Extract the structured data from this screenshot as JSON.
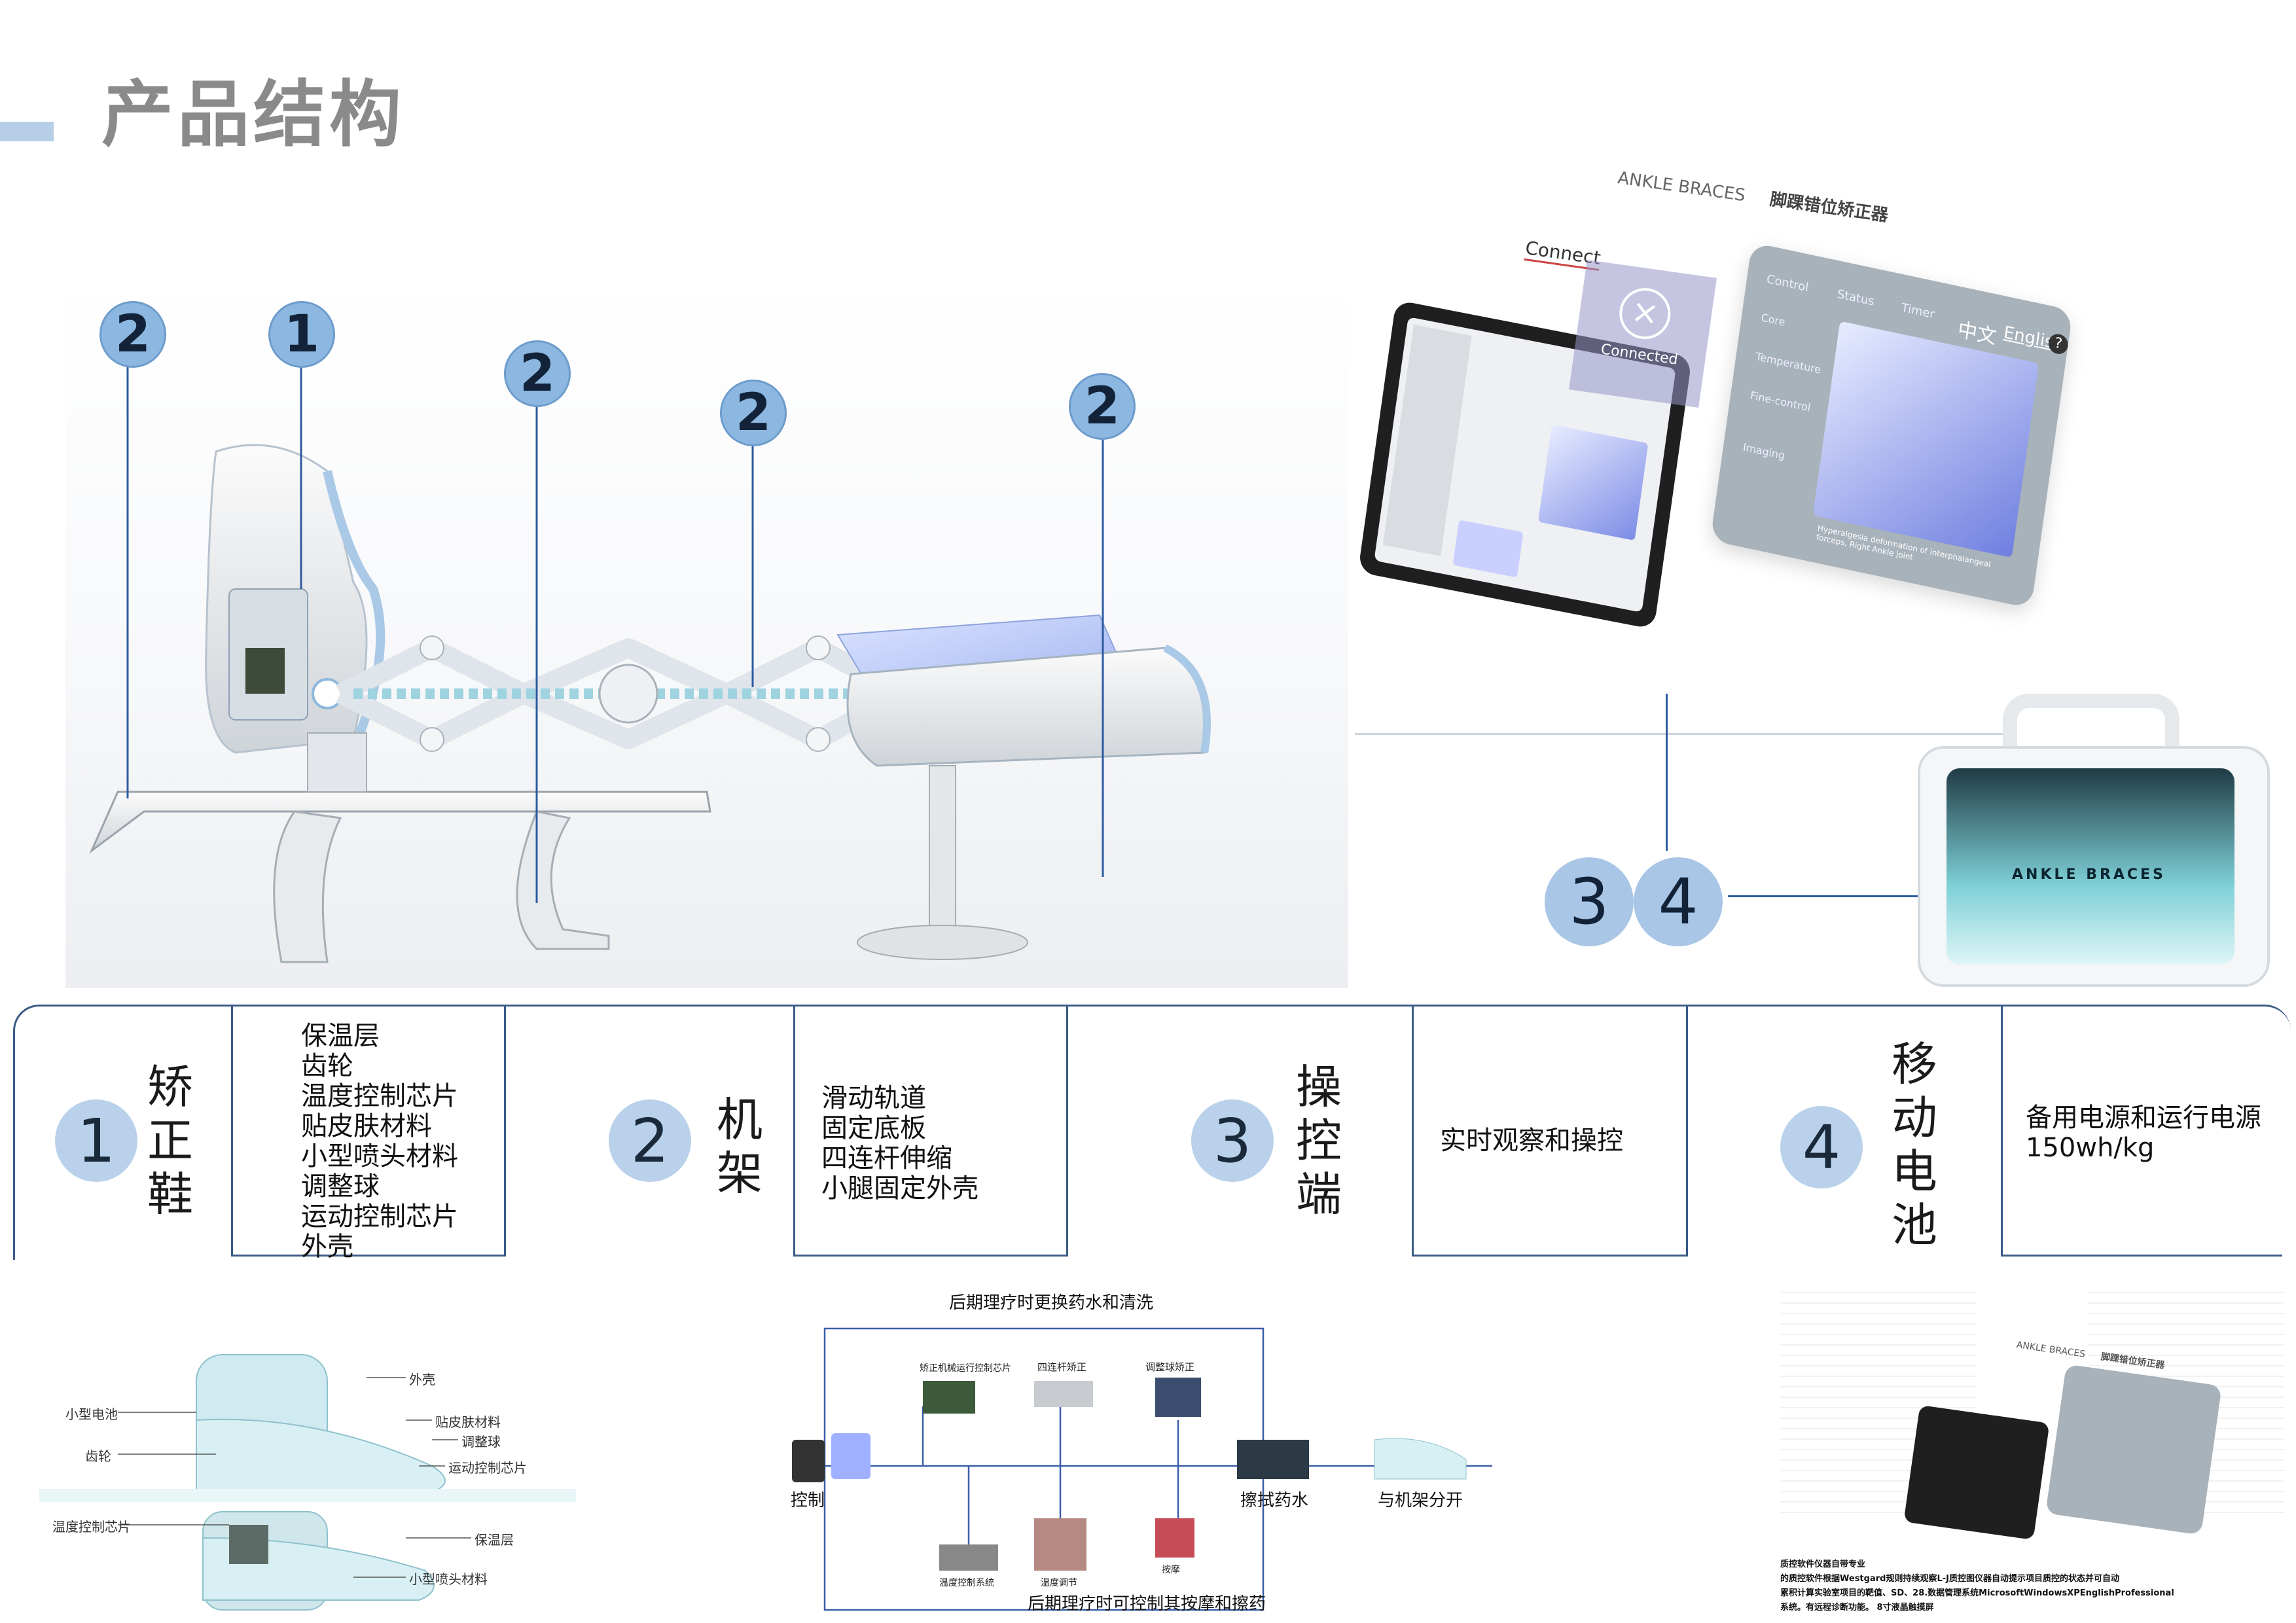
{
  "title": "产品结构",
  "callouts": [
    "2",
    "1",
    "2",
    "2",
    "2"
  ],
  "tablet_ui": {
    "brand": "ANKLE BRACES",
    "product_cn": "脚踝错位矫正器",
    "connect": "Connect",
    "connected": "Connected",
    "lang_cn": "中文",
    "lang_en": "English",
    "help": "?",
    "menu": [
      "Control",
      "Status",
      "Timer",
      "Core",
      "Temperature",
      "Fine-control",
      "Imaging"
    ],
    "caption": "Hyperalgesia deformation of interphalangeal forceps, Right Ankle joint"
  },
  "case_label": "ANKLE BRACES",
  "callout_34": [
    "3",
    "4"
  ],
  "sections": [
    {
      "num": "1",
      "title": "矫正鞋",
      "items": "保温层\n齿轮\n温度控制芯片\n贴皮肤材料\n小型喷头材料\n调整球\n运动控制芯片\n外壳"
    },
    {
      "num": "2",
      "title": "机架",
      "items": "滑动轨道\n固定底板\n四连杆伸缩\n小腿固定外壳"
    },
    {
      "num": "3",
      "title": "操控端",
      "items": "实时观察和操控"
    },
    {
      "num": "4",
      "title": "移动电池",
      "items": "备用电源和运行电源\n150wh/kg"
    }
  ],
  "shoe_diagram": {
    "labels_right": [
      "外壳",
      "贴皮肤材料",
      "调整球",
      "运动控制芯片",
      "保温层",
      "小型喷头材料"
    ],
    "labels_left": [
      "小型电池",
      "齿轮",
      "温度控制芯片"
    ]
  },
  "flow": {
    "top_caption": "后期理疗时更换药水和清洗",
    "bottom_caption": "后期理疗时可控制其按摩和擦药",
    "nodes_top": [
      "矫正机械运行控制芯片",
      "四连杆矫正",
      "调整球矫正"
    ],
    "nodes_bottom": [
      "温度控制系统",
      "温度调节",
      "按摩"
    ],
    "control": "控制",
    "apply": "擦拭药水",
    "separate": "与机架分开"
  },
  "software_note": {
    "brand": "ANKLE BRACES",
    "product_cn": "脚踝错位矫正器",
    "line1": "质控软件仪器自带专业",
    "line2": "的质控软件根据Westgard规则持续观察L-J质控图仪器自动提示项目质控的状态并可自动",
    "line3": "累积计算实验室项目的靶值、SD、28.数据管理系统MicrosoftWindowsXPEnglishProfessional",
    "line4": "系统。有远程诊断功能。 8寸液晶触摸屏"
  }
}
